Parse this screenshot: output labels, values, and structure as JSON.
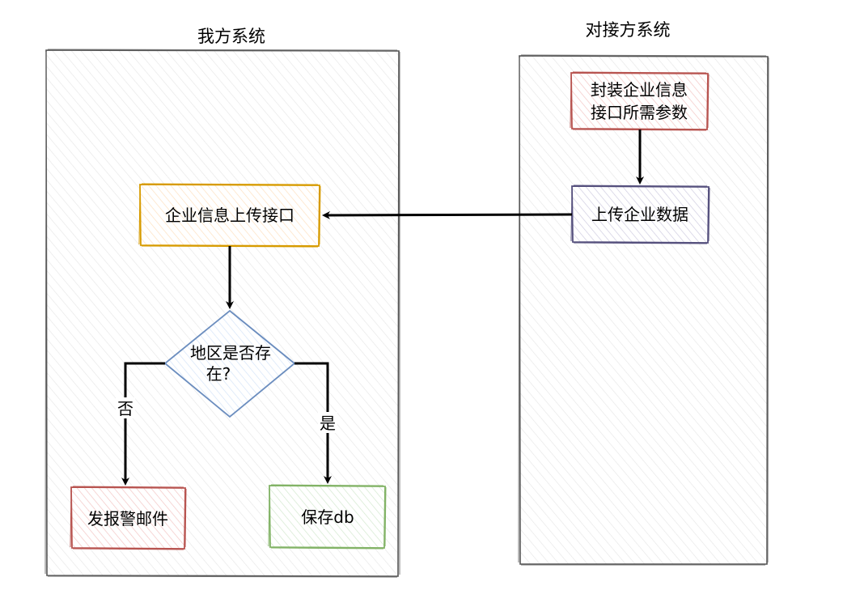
{
  "lanes": {
    "ours": {
      "title": "我方系统"
    },
    "partner": {
      "title": "对接方系统"
    }
  },
  "nodes": {
    "package_params": {
      "line1": "封装企业信息",
      "line2": "接口所需参数",
      "stroke": "#b85450",
      "fill": "#f8cecc"
    },
    "upload_data": {
      "label": "上传企业数据",
      "stroke": "#56517e",
      "fill": "#d0cee2"
    },
    "enterprise_api": {
      "label": "企业信息上传接口",
      "stroke": "#d79b00",
      "fill": "#ffe6cc"
    },
    "region_check": {
      "line1": "地区是否存",
      "line2": "在?",
      "stroke": "#6c8ebf",
      "fill": "#dae8fc"
    },
    "send_alert": {
      "label": "发报警邮件",
      "stroke": "#b85450",
      "fill": "#f8cecc"
    },
    "save_db": {
      "label": "保存db",
      "stroke": "#82b366",
      "fill": "#d5e8d4"
    }
  },
  "edges": {
    "no_label": "否",
    "yes_label": "是"
  },
  "colors": {
    "lane_stroke": "#555555",
    "lane_hatch": "#e2e2e2",
    "arrow": "#000000"
  }
}
